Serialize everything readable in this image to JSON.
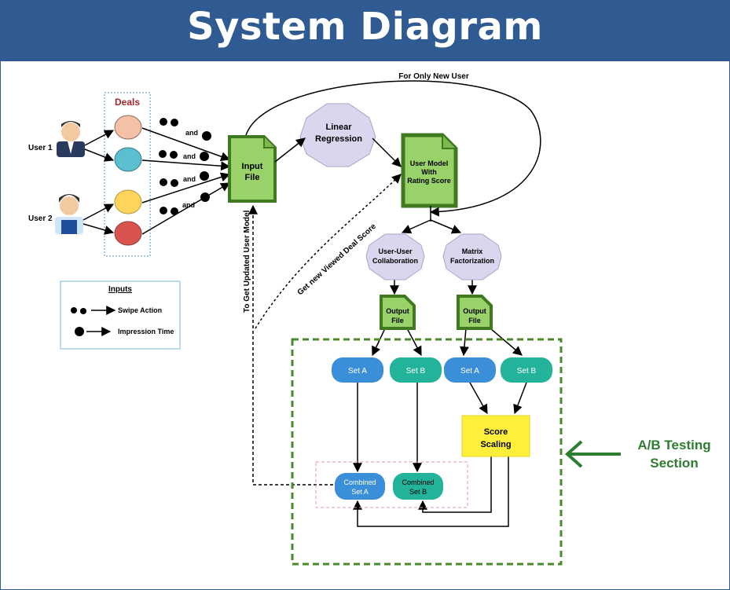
{
  "title": "System Diagram",
  "users": [
    "User 1",
    "User 2"
  ],
  "deals_label": "Deals",
  "and_label": "and",
  "input_file": [
    "Input",
    "File"
  ],
  "linear_regression": [
    "Linear",
    "Regression"
  ],
  "user_model": [
    "User Model",
    "With",
    "Rating Score"
  ],
  "for_only_new_user": "For Only New User",
  "user_user": [
    "User-User",
    "Collaboration"
  ],
  "matrix_factorization": [
    "Matrix",
    "Factorization"
  ],
  "output_file": [
    "Output",
    "File"
  ],
  "set_a": "Set A",
  "set_b": "Set B",
  "score_scaling": [
    "Score",
    "Scaling"
  ],
  "combined_a": [
    "Combined",
    "Set A"
  ],
  "combined_b": [
    "Combined",
    "Set B"
  ],
  "get_new_viewed": "Get new Viewed Deal Score",
  "to_get_updated": "To Get Updated User Model",
  "ab_testing": [
    "A/B Testing",
    "Section"
  ],
  "legend": {
    "title": "Inputs",
    "swipe": "Swipe Action",
    "impression": "Impression Time"
  },
  "colors": {
    "header": "#2f5a92",
    "file_green": "#9ad26a",
    "file_border": "#3f7a1e",
    "octagon": "#d9d6ee",
    "set_blue": "#3a8fd8",
    "set_teal": "#22b39a",
    "score_yellow": "#ffef3a",
    "ab_green": "#2e7d32"
  }
}
